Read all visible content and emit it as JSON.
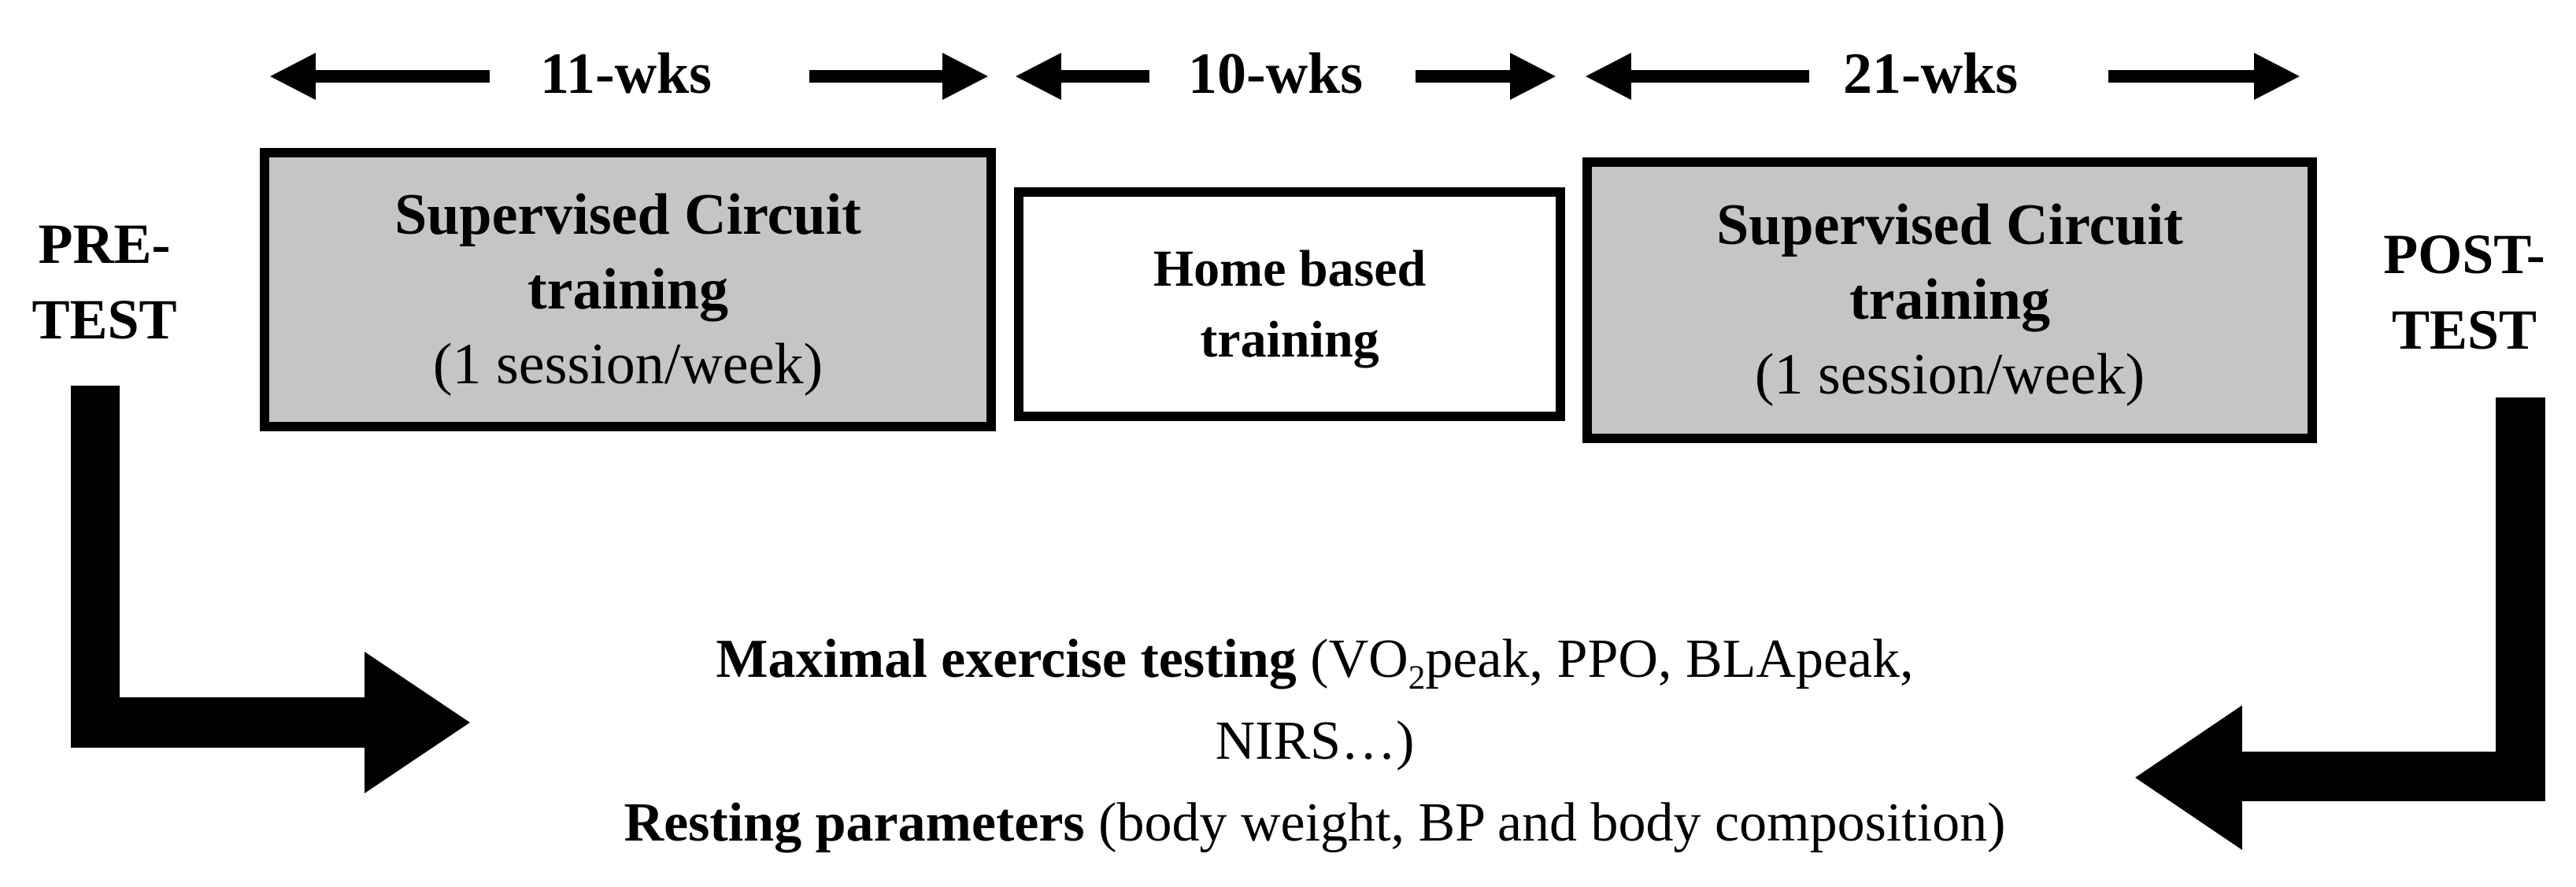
{
  "diagram": {
    "title_implicit": "Training study design timeline",
    "timeline": {
      "segments": [
        {
          "label": "11-wks"
        },
        {
          "label": "10-wks"
        },
        {
          "label": "21-wks"
        }
      ]
    },
    "phases": [
      {
        "line1": "Supervised Circuit",
        "line2": "training",
        "line3": "(1 session/week)",
        "fill": "#c5c5c5"
      },
      {
        "line1": "Home based",
        "line2": "training",
        "fill": "#ffffff"
      },
      {
        "line1": "Supervised Circuit",
        "line2": "training",
        "line3": "(1 session/week)",
        "fill": "#c5c5c5"
      }
    ],
    "pre_test": {
      "line1": "PRE-",
      "line2": "TEST"
    },
    "post_test": {
      "line1": "POST-",
      "line2": "TEST"
    },
    "outcomes": {
      "line1_bold": "Maximal exercise testing",
      "line1_rest_pre": " (VO",
      "line1_sub": "2",
      "line1_rest_post": "peak, PPO, BLApeak,",
      "line2": "NIRS…)",
      "line3_bold": "Resting parameters",
      "line3_rest": " (body weight, BP and body composition)"
    },
    "colors": {
      "box_fill_gray": "#c5c5c5",
      "line": "#000000",
      "background": "#ffffff"
    }
  }
}
